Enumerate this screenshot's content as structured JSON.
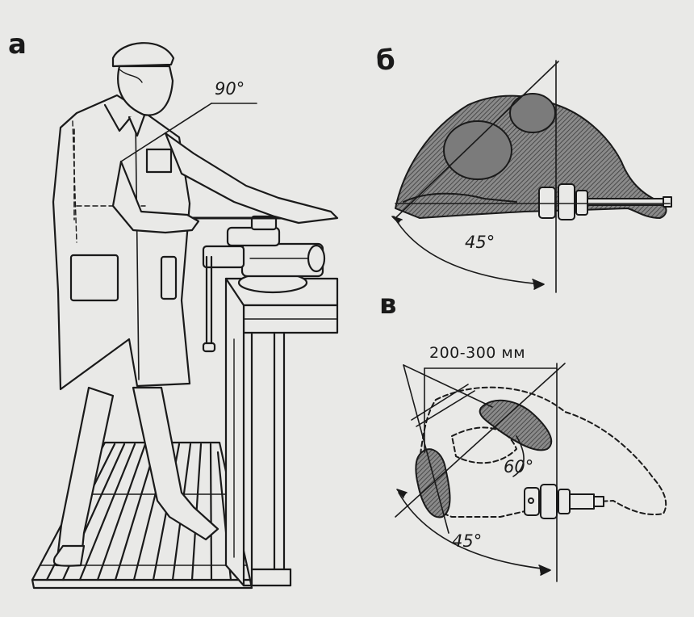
{
  "panels": {
    "a": {
      "letter": "а",
      "angle_label": "90°"
    },
    "b": {
      "letter": "б",
      "angle_label": "45°"
    },
    "c": {
      "letter": "в",
      "distance_label": "200-300 мм",
      "angle_label_1": "60°",
      "angle_label_2": "45°"
    }
  },
  "colors": {
    "ink": "#1a1a1a",
    "paper": "#e9e9e7",
    "shade": "#6d6d6d"
  }
}
